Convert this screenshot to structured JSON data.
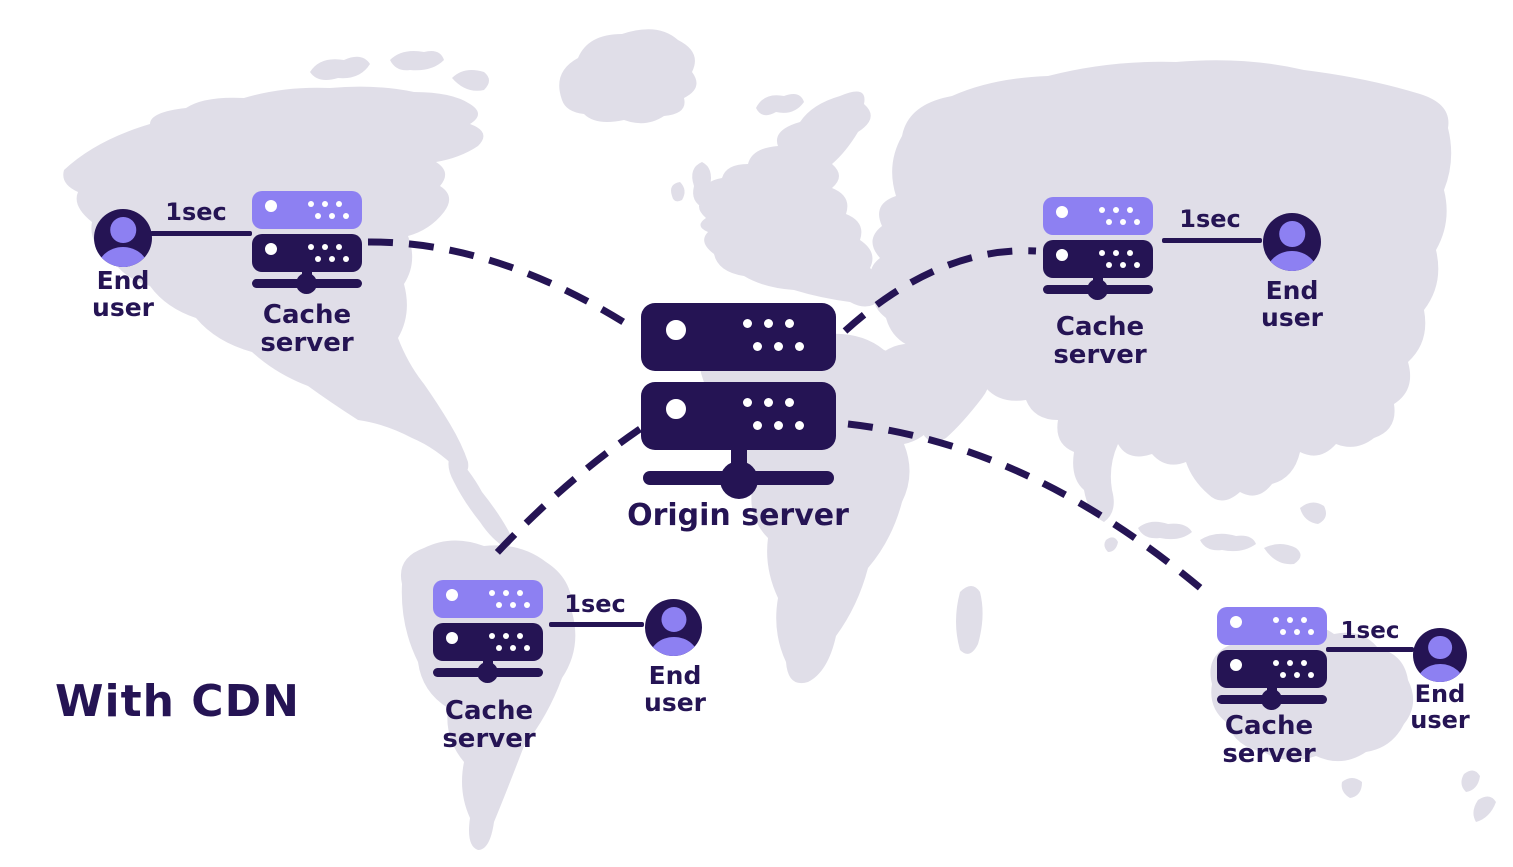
{
  "title": "With CDN",
  "colors": {
    "primary_dark": "#251454",
    "primary_light": "#8d80f2",
    "map_land": "#e0dee8",
    "background": "#ffffff"
  },
  "icons": {
    "server": "server-rack-icon",
    "end_user": "person-avatar-icon"
  },
  "origin": {
    "label": "Origin server"
  },
  "clusters": [
    {
      "region": "north-america",
      "user_label": "End user",
      "latency": "1sec",
      "server_label": "Cache server"
    },
    {
      "region": "east-asia",
      "user_label": "End user",
      "latency": "1sec",
      "server_label": "Cache server"
    },
    {
      "region": "south-america",
      "user_label": "End user",
      "latency": "1sec",
      "server_label": "Cache server"
    },
    {
      "region": "australia",
      "user_label": "End user",
      "latency": "1sec",
      "server_label": "Cache server"
    }
  ]
}
